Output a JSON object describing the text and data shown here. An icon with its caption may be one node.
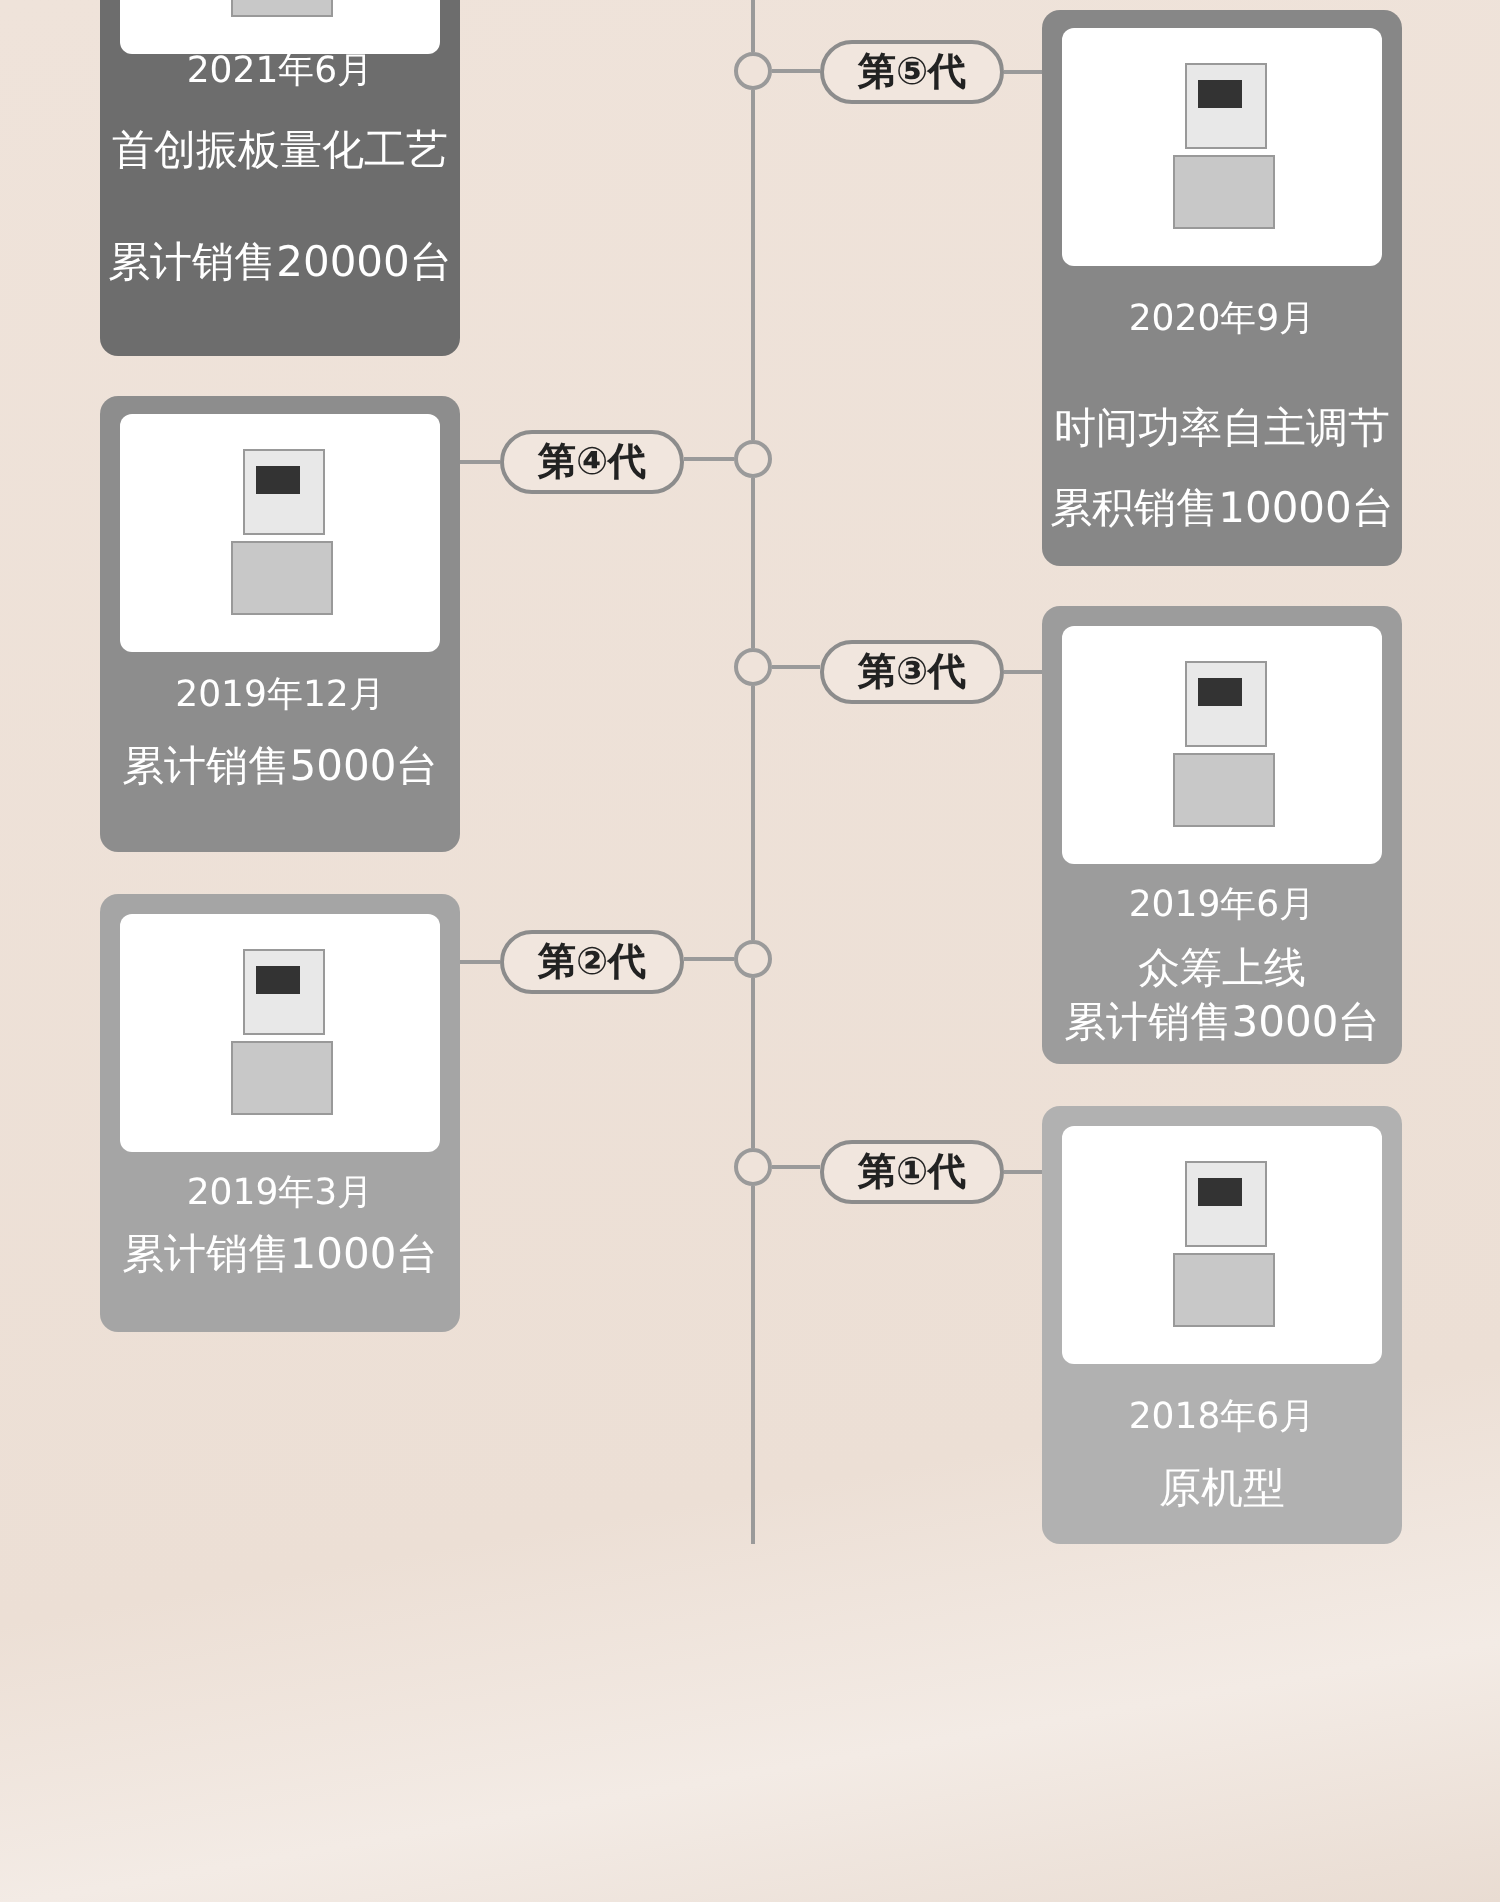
{
  "diagram": {
    "nodes": [
      {
        "text": [
          "2021年6月",
          "首创振板量化工艺",
          "累计销售20000台"
        ]
      },
      {
        "text": [],
        "shape": "circle"
      },
      {
        "text": [
          "第⑤代"
        ]
      },
      {
        "text": [
          "2020年9月",
          "时间功率自主调节",
          "累积销售10000台"
        ]
      },
      {
        "text": [
          "第④代"
        ]
      },
      {
        "text": [],
        "shape": "circle"
      },
      {
        "text": [
          "2019年12月",
          "累计销售5000台"
        ]
      },
      {
        "text": [],
        "shape": "circle"
      },
      {
        "text": [
          "第③代"
        ]
      },
      {
        "text": [
          "2019年6月",
          "众筹上线",
          "累计销售3000台"
        ]
      },
      {
        "text": [
          "第②代"
        ]
      },
      {
        "text": [],
        "shape": "circle"
      },
      {
        "text": [
          "2019年3月",
          "累计销售1000台"
        ]
      },
      {
        "text": [],
        "shape": "circle"
      },
      {
        "text": [
          "第①代"
        ]
      },
      {
        "text": [
          "2018年6月",
          "原机型"
        ]
      }
    ],
    "edges": [
      {
        "from": 1,
        "to": 2,
        "arrow": "none"
      },
      {
        "from": 2,
        "to": 3,
        "arrow": "none"
      },
      {
        "from": 6,
        "to": 4,
        "arrow": "none"
      },
      {
        "from": 4,
        "to": 5,
        "arrow": "none"
      },
      {
        "from": 7,
        "to": 8,
        "arrow": "none"
      },
      {
        "from": 8,
        "to": 9,
        "arrow": "none"
      },
      {
        "from": 12,
        "to": 10,
        "arrow": "none"
      },
      {
        "from": 10,
        "to": 11,
        "arrow": "none"
      },
      {
        "from": 13,
        "to": 14,
        "arrow": "none"
      },
      {
        "from": 14,
        "to": 15,
        "arrow": "none"
      },
      {
        "from": null,
        "to": 1,
        "arrow": "none"
      },
      {
        "from": 1,
        "to": 5,
        "arrow": "none"
      },
      {
        "from": 5,
        "to": 7,
        "arrow": "none"
      },
      {
        "from": 7,
        "to": 11,
        "arrow": "none"
      },
      {
        "from": 11,
        "to": 13,
        "arrow": "none"
      },
      {
        "from": 13,
        "to": null,
        "arrow": "none"
      }
    ]
  }
}
